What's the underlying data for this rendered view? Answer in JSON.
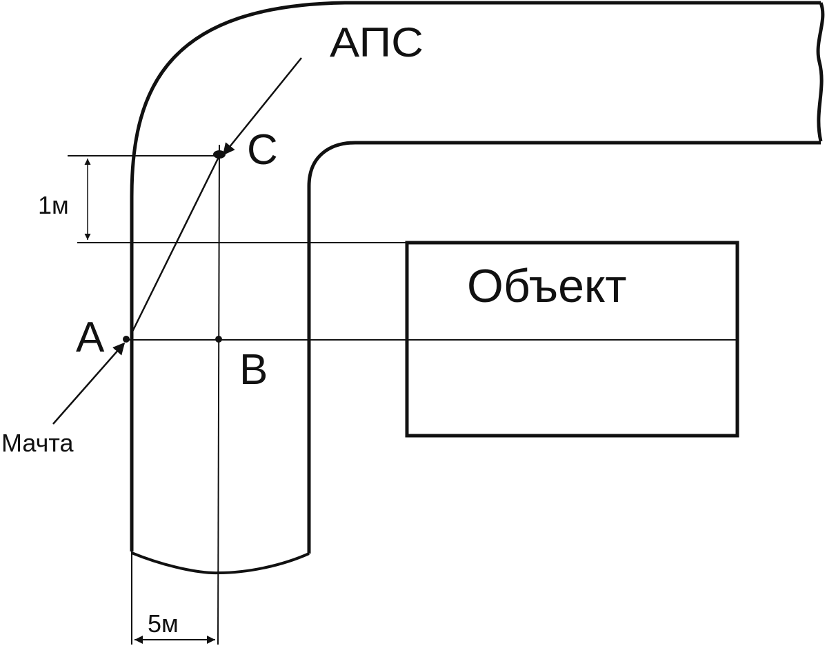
{
  "diagram": {
    "type": "lightning-mast-protection-scheme",
    "colors": {
      "stroke": "#111111",
      "background": "#ffffff"
    },
    "labels": {
      "apc": "АПС",
      "object": "Объект",
      "point_a": "A",
      "point_b": "B",
      "point_c": "C",
      "mast": "Мачта",
      "dim_height": "1м",
      "dim_width": "5м"
    },
    "dimensions": {
      "height_m": 1,
      "width_m": 5
    }
  }
}
